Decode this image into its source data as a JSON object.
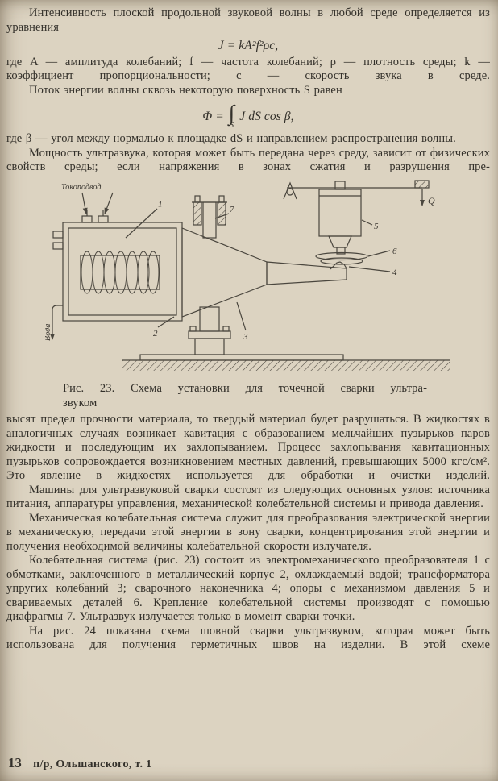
{
  "page": {
    "paragraphs": {
      "p1": "Интенсивность плоской продольной звуковой волны в любой среде определяется из уравнения",
      "where1": "где A — амплитуда колебаний; f — частота колебаний; ρ — плотность среды; k — коэффициент пропорциональности; c — скорость звука в среде.",
      "p2": "Поток энергии волны сквозь некоторую поверхность S равен",
      "where2": "где β — угол между нормалью к площадке dS и направлением распространения волны.",
      "p3": "Мощность ультразвука, которая может быть передана через среду, зависит от физических свойств среды; если напряжения в зонах сжатия и разрушения пре-",
      "p4": "высят предел прочности материала, то твердый материал будет разрушаться. В жидкостях в аналогичных случаях возникает кавитация с образованием мельчайших пузырьков паров жидкости и последующим их захлопыванием. Процесс захлопывания кавитационных пузырьков сопровождается возникновением местных давлений, превышающих 5000 кгс/см². Это явление в жидкостях используется для обработки и очистки изделий.",
      "p5": "Машины для ультразвуковой сварки состоят из следующих основных узлов: источника питания, аппаратуры управления, механической колебательной системы и привода давления.",
      "p6": "Механическая колебательная система служит для преобразования электрической энергии в механическую, передачи этой энергии в зону сварки, концентрирования этой энергии и получения необходимой величины колебательной скорости излучателя.",
      "p7": "Колебательная система (рис. 23) состоит из электромеханического преобразователя 1 с обмотками, заключенного в металлический корпус 2, охлаждаемый водой; трансформатора упругих колебаний 3; сварочного наконечника 4; опоры с механизмом давления 5 и свариваемых деталей 6. Крепление колебательной системы производят с помощью диафрагмы 7. Ультразвук излучается только в момент сварки точки.",
      "p8": "На рис. 24 показана схема шовной сварки ультразвуком, которая может быть использована для получения герметичных швов на изделии. В этой схеме"
    },
    "formulas": {
      "intensity": "J = kA²f²ρc,",
      "flux": {
        "lhs": "Φ =",
        "integral": "∫",
        "limit": "S",
        "rhs": "J dS cos β,"
      }
    },
    "figure": {
      "caption_line1": "Рис. 23. Схема установки для точечной сварки ультра-",
      "caption_line2": "звуком",
      "labels": {
        "current": "Токоподвод",
        "water": "Вода",
        "force": "Q",
        "n1": "1",
        "n2": "2",
        "n3": "3",
        "n4": "4",
        "n5": "5",
        "n6": "6",
        "n7": "7"
      }
    },
    "footer": {
      "page_number": "13",
      "note": "п/р, Ольшанского, т. 1"
    }
  }
}
